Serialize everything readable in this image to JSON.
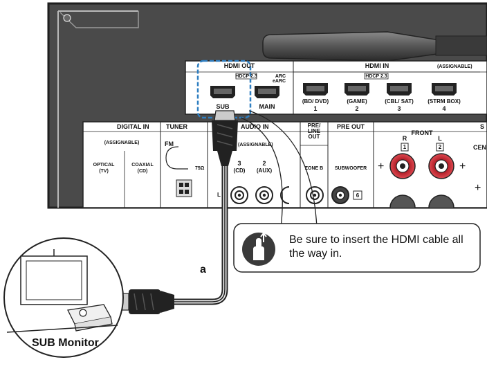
{
  "panel": {
    "hdmi_out": {
      "title": "HDMI OUT",
      "hdcp": "HDCP 2.3",
      "arc": "ARC\neARC",
      "sub": "SUB",
      "main": "MAIN"
    },
    "hdmi_in": {
      "title": "HDMI IN",
      "assignable": "(ASSIGNABLE)",
      "hdcp": "HDCP 2.3",
      "ports": [
        {
          "name": "(BD/ DVD)",
          "num": "1"
        },
        {
          "name": "(GAME)",
          "num": "2"
        },
        {
          "name": "(CBL/ SAT)",
          "num": "3"
        },
        {
          "name": "(STRM BOX)",
          "num": "4"
        }
      ]
    },
    "digital_in": {
      "title": "DIGITAL IN",
      "assignable": "(ASSIGNABLE)",
      "optical": "OPTICAL\n(TV)",
      "coaxial": "COAXIAL\n(CD)"
    },
    "tuner": {
      "title": "TUNER",
      "fm": "FM",
      "ohm": "75Ω"
    },
    "audio_in": {
      "title": "AUDIO IN",
      "assignable": "(ASSIGNABLE)",
      "port3_num": "3",
      "port3_name": "(CD)",
      "port2_num": "2",
      "port2_name": "(AUX)",
      "l": "L"
    },
    "pre_line_out": {
      "title": "PRE/\nLINE\nOUT",
      "zone_b": "ZONE B"
    },
    "pre_out": {
      "title": "PRE OUT",
      "subwoofer": "SUBWOOFER",
      "num": "6"
    },
    "front": {
      "title": "FRONT",
      "r": "R",
      "l": "L",
      "r_num": "1",
      "l_num": "2",
      "plus": "+"
    },
    "next_section": {
      "letter": "S",
      "cen": "CEN"
    }
  },
  "callout": {
    "text": "Be sure to insert the HDMI cable all the way in."
  },
  "cable_label": "a",
  "monitor_label": "SUB Monitor",
  "colors": {
    "panel": "#4a4a4a",
    "panel_border": "#1e1e1e",
    "highlight": "#2f7fc1",
    "jack_red": "#b3202a",
    "cable": "#222222"
  }
}
